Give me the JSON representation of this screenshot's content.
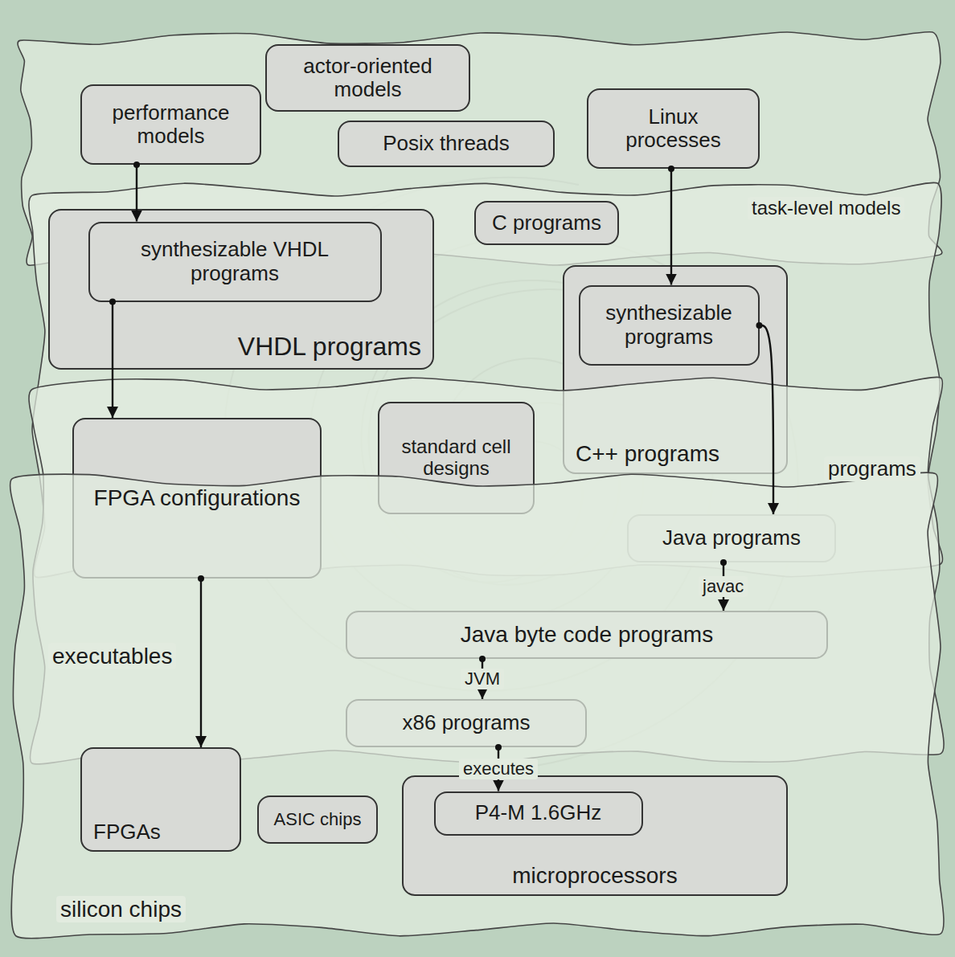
{
  "diagram": {
    "nodes": [
      {
        "text": [
          "task-level models"
        ]
      },
      {
        "text": [
          "performance models"
        ],
        "in": 0
      },
      {
        "text": [
          "actor-oriented models"
        ],
        "in": 0
      },
      {
        "text": [
          "Posix threads"
        ],
        "in": 0
      },
      {
        "text": [
          "Linux processes"
        ],
        "in": 0
      },
      {
        "text": [
          "programs"
        ]
      },
      {
        "text": [
          "VHDL programs"
        ],
        "in": 5
      },
      {
        "text": [
          "synthesizable VHDL programs"
        ],
        "in": 6
      },
      {
        "text": [
          "C programs"
        ],
        "in": 5
      },
      {
        "text": [
          "C++ programs"
        ],
        "in": 5
      },
      {
        "text": [
          "synthesizable programs"
        ],
        "in": 9
      },
      {
        "text": [
          "Java programs"
        ],
        "in": 5
      },
      {
        "text": [
          "executables"
        ]
      },
      {
        "text": [
          "FPGA configurations"
        ],
        "in": 12
      },
      {
        "text": [
          "standard cell designs"
        ],
        "in": 12
      },
      {
        "text": [
          "Java byte code programs"
        ],
        "in": 12
      },
      {
        "text": [
          "x86 programs"
        ],
        "in": 12
      },
      {
        "text": [
          "silicon chips"
        ]
      },
      {
        "text": [
          "FPGAs"
        ],
        "in": 17
      },
      {
        "text": [
          "ASIC chips"
        ],
        "in": 17
      },
      {
        "text": [
          "microprocessors"
        ],
        "in": 17
      },
      {
        "text": [
          "P4-M 1.6GHz"
        ],
        "in": 20
      }
    ],
    "edges": [
      {
        "from": 1,
        "to": 7,
        "arrow": "to"
      },
      {
        "from": 7,
        "to": 13,
        "arrow": "to"
      },
      {
        "from": 13,
        "to": 18,
        "arrow": "to"
      },
      {
        "from": 4,
        "to": 10,
        "arrow": "to"
      },
      {
        "from": 10,
        "to": 11,
        "arrow": "to"
      },
      {
        "from": 11,
        "to": 15,
        "label": "javac",
        "arrow": "to"
      },
      {
        "from": 15,
        "to": 16,
        "label": "JVM",
        "arrow": "to"
      },
      {
        "from": 16,
        "to": 21,
        "label": "executes",
        "arrow": "to"
      }
    ]
  }
}
